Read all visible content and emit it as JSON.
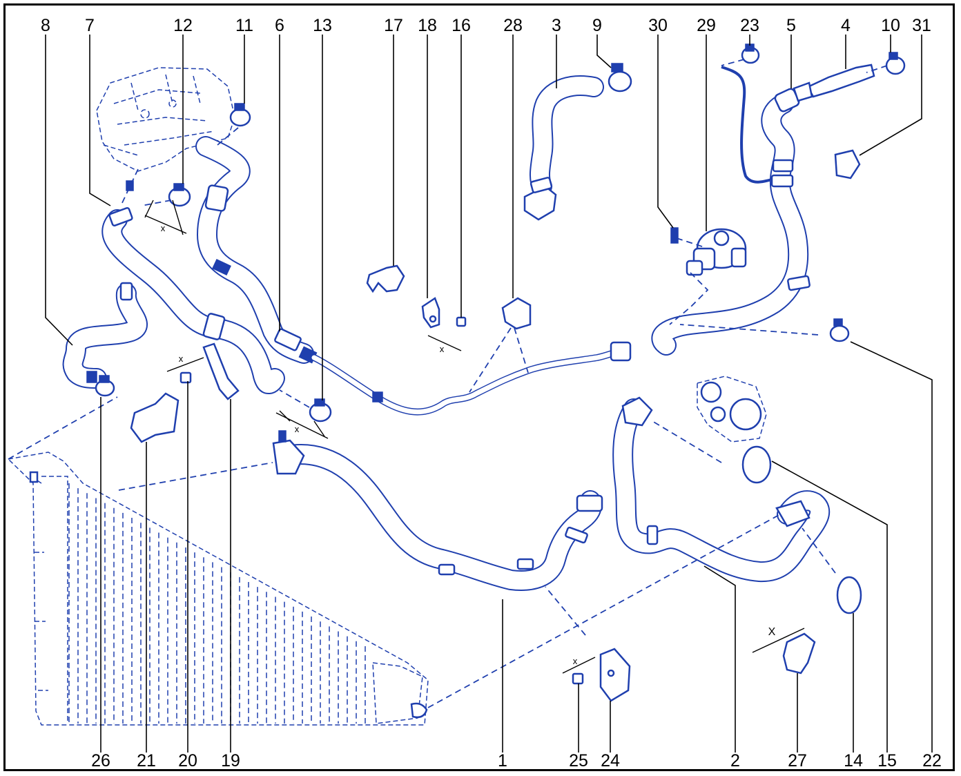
{
  "callouts": [
    {
      "id": "c8",
      "text": "8"
    },
    {
      "id": "c7",
      "text": "7"
    },
    {
      "id": "c12",
      "text": "12"
    },
    {
      "id": "c11",
      "text": "11"
    },
    {
      "id": "c6",
      "text": "6"
    },
    {
      "id": "c13",
      "text": "13"
    },
    {
      "id": "c17",
      "text": "17"
    },
    {
      "id": "c18",
      "text": "18"
    },
    {
      "id": "c16",
      "text": "16"
    },
    {
      "id": "c28",
      "text": "28"
    },
    {
      "id": "c3",
      "text": "3"
    },
    {
      "id": "c9",
      "text": "9"
    },
    {
      "id": "c30",
      "text": "30"
    },
    {
      "id": "c29",
      "text": "29"
    },
    {
      "id": "c23",
      "text": "23"
    },
    {
      "id": "c5",
      "text": "5"
    },
    {
      "id": "c4",
      "text": "4"
    },
    {
      "id": "c10",
      "text": "10"
    },
    {
      "id": "c31",
      "text": "31"
    },
    {
      "id": "c26",
      "text": "26"
    },
    {
      "id": "c21",
      "text": "21"
    },
    {
      "id": "c20",
      "text": "20"
    },
    {
      "id": "c19",
      "text": "19"
    },
    {
      "id": "c1",
      "text": "1"
    },
    {
      "id": "c25",
      "text": "25"
    },
    {
      "id": "c24",
      "text": "24"
    },
    {
      "id": "c2",
      "text": "2"
    },
    {
      "id": "c27",
      "text": "27"
    },
    {
      "id": "c14",
      "text": "14"
    },
    {
      "id": "c15",
      "text": "15"
    },
    {
      "id": "c22",
      "text": "22"
    }
  ],
  "dimension_mark": "x",
  "dimension_mark_large": "X",
  "colors": {
    "line": "#1f3fae",
    "text": "#000000",
    "frame": "#000000"
  }
}
